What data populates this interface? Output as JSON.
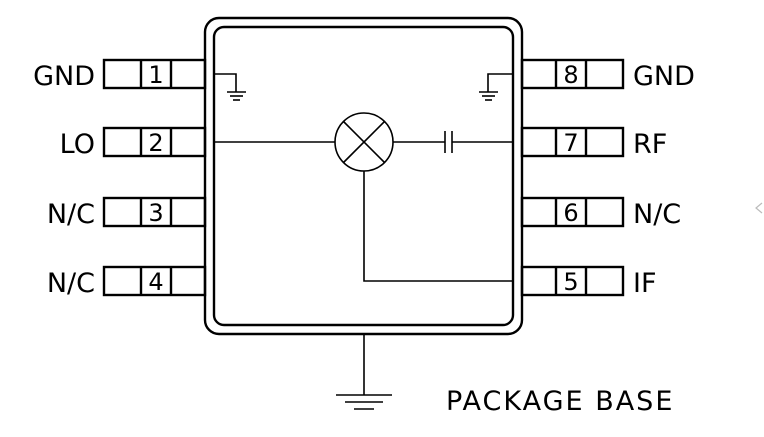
{
  "diagram": {
    "left_pins": [
      {
        "number": "1",
        "label": "GND"
      },
      {
        "number": "2",
        "label": "LO"
      },
      {
        "number": "3",
        "label": "N/C"
      },
      {
        "number": "4",
        "label": "N/C"
      }
    ],
    "right_pins": [
      {
        "number": "8",
        "label": "GND"
      },
      {
        "number": "7",
        "label": "RF"
      },
      {
        "number": "6",
        "label": "N/C"
      },
      {
        "number": "5",
        "label": "IF"
      }
    ],
    "base_label": "PACKAGE BASE",
    "symbols": {
      "mixer": "mixer-icon",
      "capacitor": "capacitor-icon",
      "ground": "ground-icon"
    }
  }
}
